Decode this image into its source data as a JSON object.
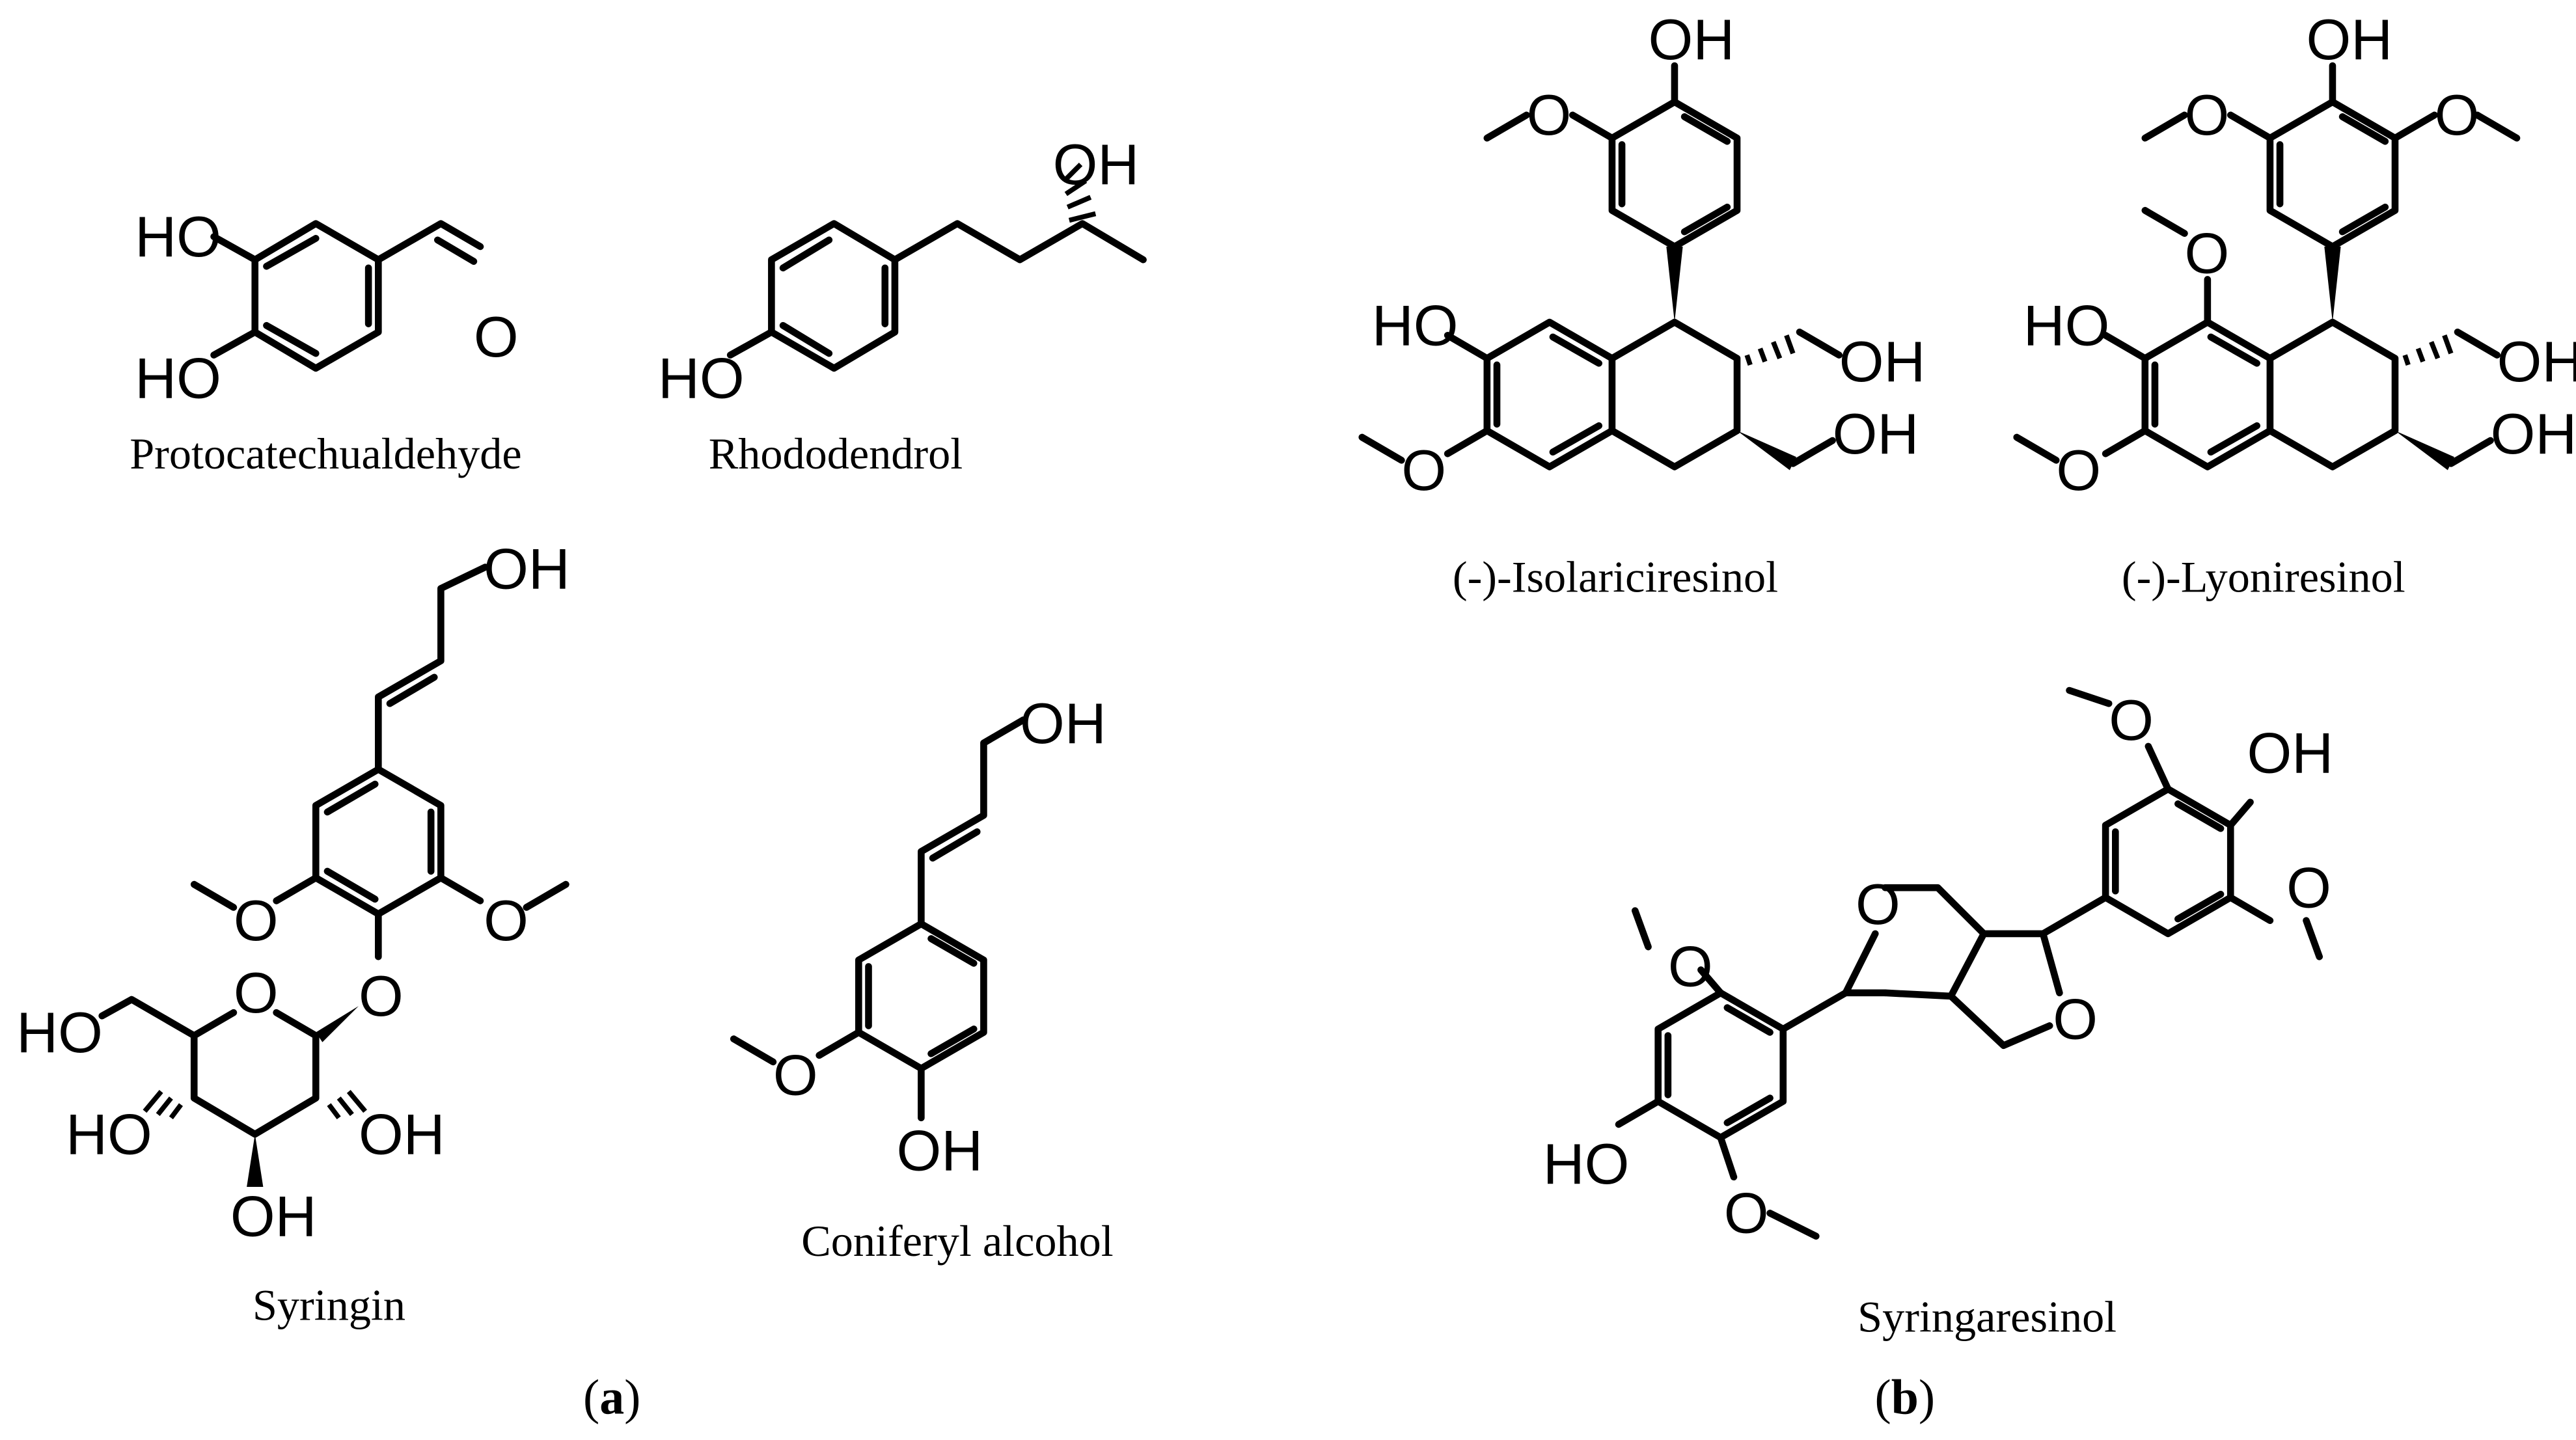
{
  "panels": [
    {
      "id": "a",
      "label": "a"
    },
    {
      "id": "b",
      "label": "b"
    }
  ],
  "compounds": {
    "protocatechualdehyde": "Protocatechualdehyde",
    "rhododendrol": "Rhododendrol",
    "syringin": "Syringin",
    "coniferyl_alcohol": "Coniferyl alcohol",
    "isolariciresinol": "(-)-Isolariciresinol",
    "lyoniresinol": "(-)-Lyoniresinol",
    "syringaresinol": "Syringaresinol"
  },
  "atoms": {
    "HO": "HO",
    "OH": "OH",
    "O": "O"
  }
}
